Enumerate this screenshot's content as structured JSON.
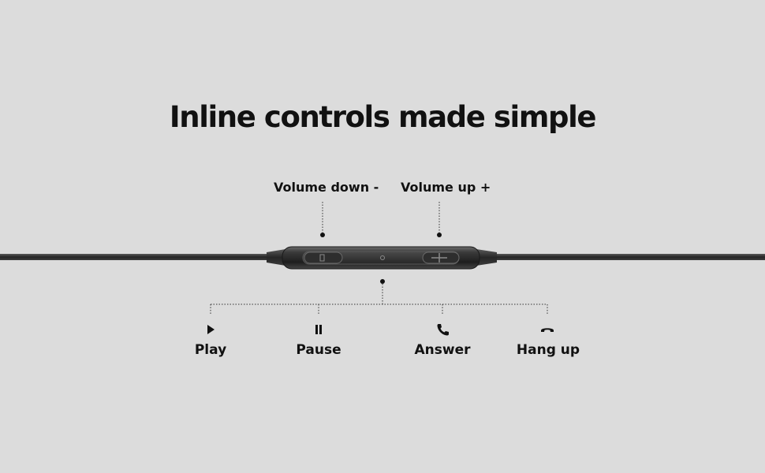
{
  "title": "Inline controls made simple",
  "top_labels": {
    "volume_down": "Volume down -",
    "volume_up": "Volume up +"
  },
  "actions": [
    {
      "label": "Play",
      "icon": "play-icon"
    },
    {
      "label": "Pause",
      "icon": "pause-icon"
    },
    {
      "label": "Answer",
      "icon": "phone-icon"
    },
    {
      "label": "Hang up",
      "icon": "hang-up-icon"
    }
  ],
  "colors": {
    "background": "#dcdcdc",
    "cable": "#2b2b2b",
    "text": "#111111"
  }
}
